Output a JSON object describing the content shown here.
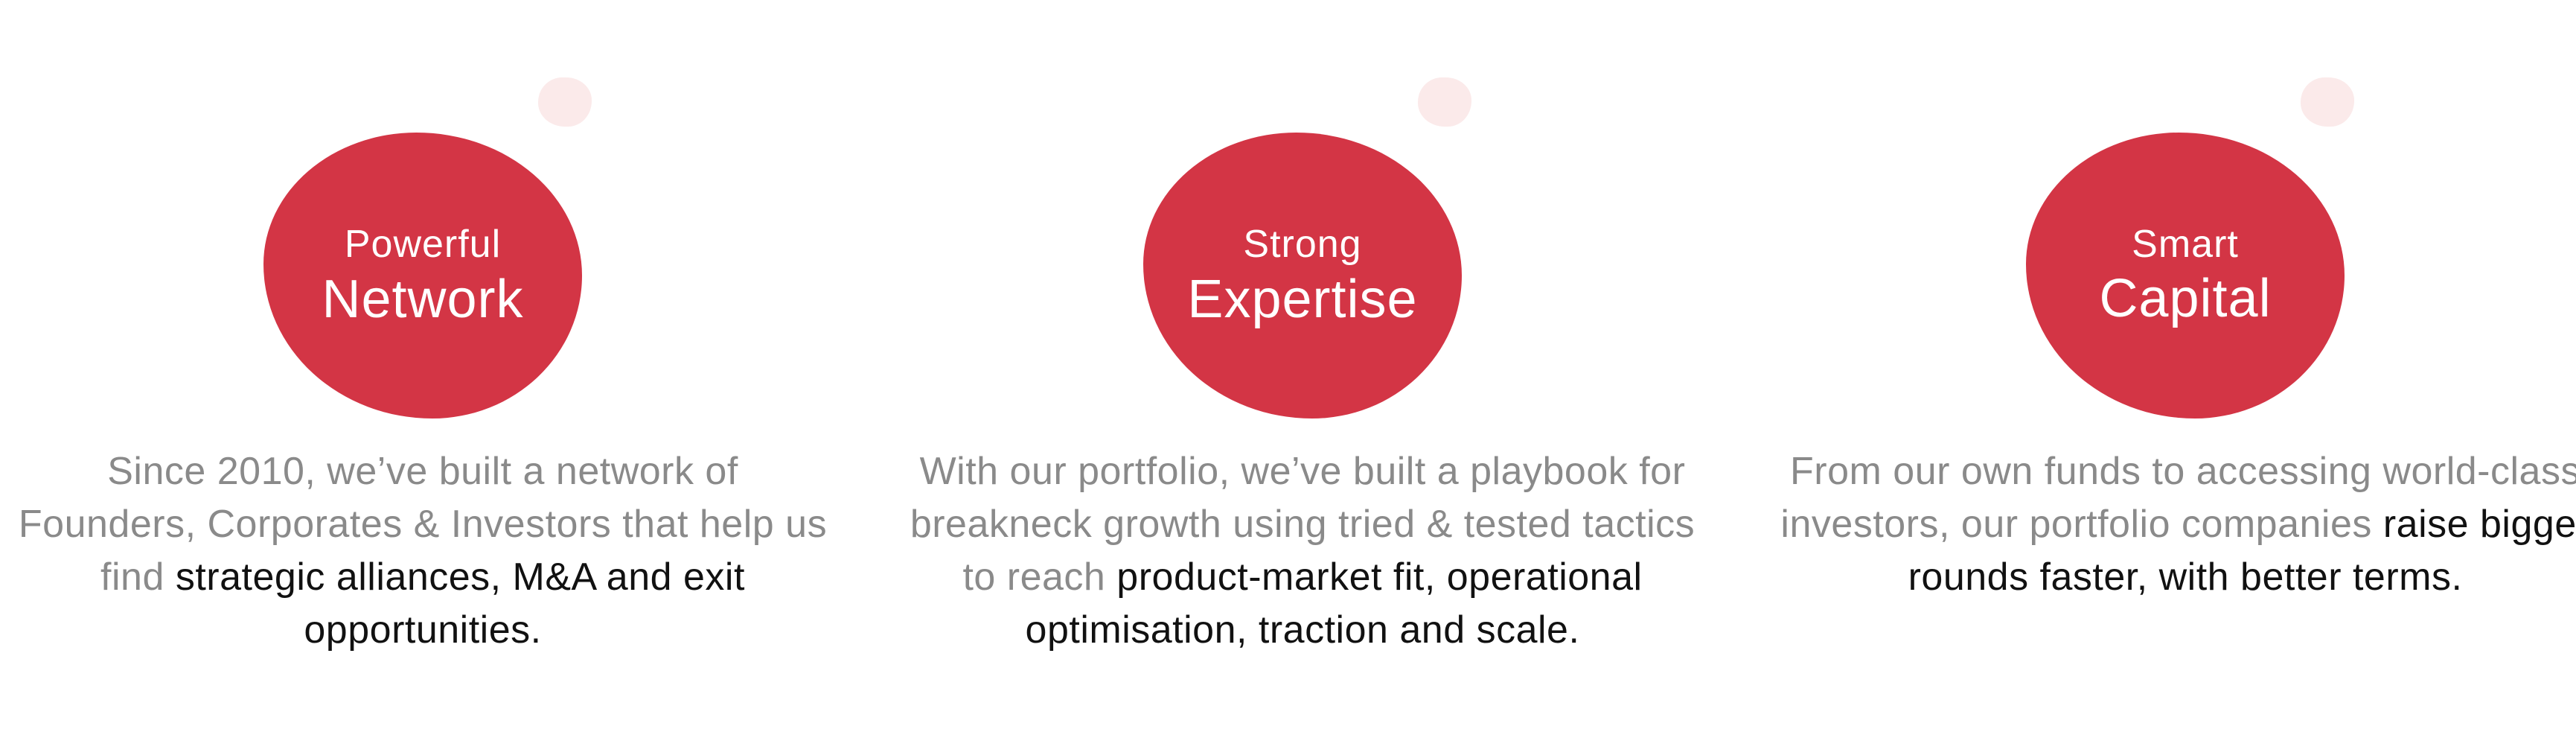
{
  "features": [
    {
      "title_small": "Powerful",
      "title_large": "Network",
      "desc_muted": "Since 2010, we’ve built a network of Founders, Corporates & Investors that help us find ",
      "desc_strong": "strategic alliances, M&A and exit opportunities."
    },
    {
      "title_small": "Strong",
      "title_large": "Expertise",
      "desc_muted": "With our portfolio, we’ve built a playbook for breakneck growth using tried & tested tactics to reach ",
      "desc_strong": "product-market fit, operational optimisation, traction and scale."
    },
    {
      "title_small": "Smart",
      "title_large": "Capital",
      "desc_muted": "From our own funds to accessing world-class investors, our portfolio companies ",
      "desc_strong": "raise bigger rounds faster, with better terms."
    }
  ],
  "colors": {
    "accent": "#d33545",
    "accent_light": "#fbeaea",
    "text_muted": "#8a8a8a",
    "text_strong": "#111111"
  }
}
